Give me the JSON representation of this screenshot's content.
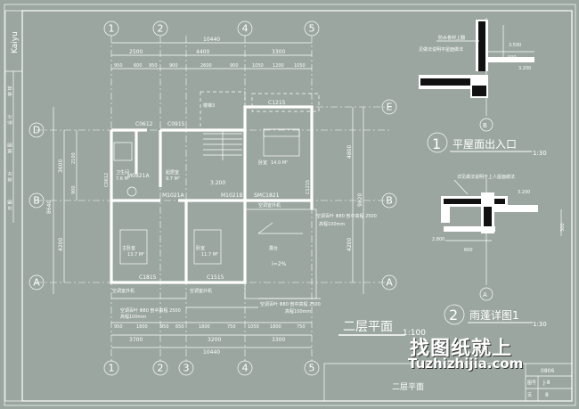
{
  "title_block": {
    "drawing_title": "二层平面",
    "drawing_no_label": "图号",
    "drawing_no": "J-8",
    "page_label": "页",
    "page_no": "8",
    "project_code": "0806",
    "stamp": "Kaiyu",
    "side_labels": [
      "审 核",
      "设 计",
      "制 图",
      "校 对",
      "日 期"
    ]
  },
  "plan": {
    "title": "二层平面",
    "scale": "1:100",
    "axis_columns": [
      "1",
      "2",
      "3",
      "4",
      "5"
    ],
    "axis_rows": [
      "A",
      "B",
      "D",
      "E"
    ],
    "dims_top_total": "10440",
    "dims_top_mid": [
      "2500",
      "4400",
      "3300"
    ],
    "dims_top_detail": [
      "950",
      "600",
      "950",
      "900",
      "2600",
      "900",
      "1050",
      "1200",
      "1050"
    ],
    "dims_bottom_detail": [
      "950",
      "1800",
      "950",
      "650",
      "1800",
      "750",
      "1050",
      "1800",
      "750"
    ],
    "dims_bottom_mid": [
      "3700",
      "3200",
      "3300"
    ],
    "dims_bottom_total": "10440",
    "dims_left": [
      "3600",
      "4200"
    ],
    "dims_left_detail": [
      "2100",
      "900"
    ],
    "dims_left_total": "8640",
    "dims_right_total": "9820",
    "dims_right": [
      "4800",
      "4200"
    ],
    "rooms": [
      {
        "name": "卫生间",
        "area": "7.6 M²"
      },
      {
        "name": "起居室",
        "area": "9.7 M²"
      },
      {
        "name": "卧室",
        "area": "14.0 M²"
      },
      {
        "name": "主卧室",
        "area": "13.7 M²"
      },
      {
        "name": "卧室",
        "area": "11.7 M²"
      },
      {
        "name": "露台",
        "area": ""
      }
    ],
    "openings": [
      "C0612",
      "C0915",
      "C1215",
      "M0821A",
      "M1021A",
      "M1021B",
      "SMC1821",
      "C1815",
      "C1515",
      "C0612",
      "C1215"
    ],
    "slope": "i=2%",
    "rail_note": "空调百叶 Φ80 剖中高程 2500",
    "rail_note2": "高程100mm",
    "ac_label": "空调室外机",
    "stair_label": "楼梯3",
    "note_3200": "3.200"
  },
  "detail1": {
    "number": "1",
    "title": "平屋面出入口",
    "scale": "1:30",
    "dim_500": "500",
    "elev_top": "3.500",
    "elev_bottom": "3.200",
    "axis": "B",
    "note": "防水卷材上翻",
    "note2": "见做法说明平屋面做法"
  },
  "detail2": {
    "number": "2",
    "title": "雨蓬详图1",
    "scale": "1:30",
    "dim_600": "600",
    "dim_300": "300",
    "elev_top": "3.200",
    "elev_bottom": "2.800",
    "axis": "A",
    "note": "详见做法说明不上人屋面做法"
  },
  "watermark": {
    "cn": "找图纸就上",
    "en": "Tuzhizhijia.com"
  }
}
